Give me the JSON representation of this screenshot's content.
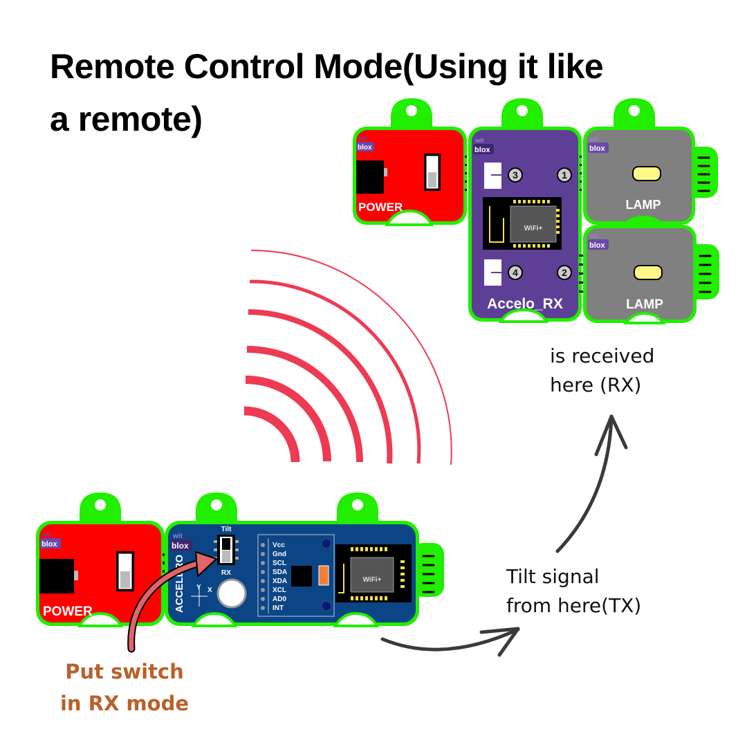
{
  "title": {
    "line1": "Remote Control Mode(Using it like",
    "line2": "a remote)"
  },
  "colors": {
    "green_outline": "#22ee00",
    "power_red": "#ff0000",
    "accelo_rx_purple": "#5e3f96",
    "lamp_gray": "#808080",
    "accelero_blue": "#0b4585",
    "signal_arc": "#ee3a52",
    "arrow_dark": "#3a3a3a",
    "callout_orange": "#b8612a",
    "lamp_led": "#fff98a"
  },
  "receiver_assembly": {
    "power_module": {
      "label": "POWER",
      "logo_top": "wit",
      "logo_bottom": "blox"
    },
    "accelo_rx_module": {
      "label": "Accelo_RX",
      "logo_top": "wit",
      "logo_bottom": "blox",
      "channel_numbers": [
        "3",
        "1",
        "4",
        "2"
      ],
      "wifi_chip_label": "WiFi+"
    },
    "lamp_modules": [
      {
        "label": "LAMP",
        "logo_top": "wit",
        "logo_bottom": "blox"
      },
      {
        "label": "LAMP",
        "logo_top": "wit",
        "logo_bottom": "blox"
      }
    ]
  },
  "transmitter_assembly": {
    "power_module": {
      "label": "POWER",
      "logo_top": "wit",
      "logo_bottom": "blox"
    },
    "accelero_module": {
      "label": "ACCELERO",
      "logo_top": "wit",
      "logo_bottom": "blox",
      "switch_top_label": "Tilt",
      "switch_bottom_label": "RX",
      "axis_labels": [
        "Y",
        "X"
      ],
      "pins": [
        "Vcc",
        "Gnd",
        "SCL",
        "SDA",
        "XDA",
        "XCL",
        "AD0",
        "INT"
      ],
      "wifi_chip_label": "WiFi+"
    }
  },
  "annotations": {
    "received": {
      "line1": "is received",
      "line2": "here (RX)"
    },
    "tilt_signal": {
      "line1": "Tilt signal",
      "line2": "from here(TX)"
    },
    "switch_hint": {
      "line1": "Put switch",
      "line2": "in RX mode"
    }
  },
  "signal_waves": {
    "count": 6
  }
}
